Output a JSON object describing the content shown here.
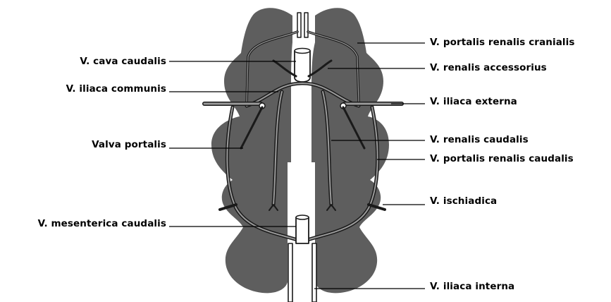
{
  "labels": {
    "left": {
      "cava_caudalis": "V. cava caudalis",
      "iliaca_communis": "V. iliaca communis",
      "valva_portalis": "Valva portalis",
      "mesenterica_caudalis": "V. mesenterica caudalis"
    },
    "right": {
      "portalis_renalis_cranialis": "V. portalis renalis cranialis",
      "renalis_accessorius": "V. renalis accessorius",
      "iliaca_externa": "V. iliaca externa",
      "renalis_caudalis": "V. renalis caudalis",
      "portalis_renalis_caudalis": "V. portalis renalis caudalis",
      "ischiadica": "V. ischiadica",
      "iliaca_interna": "V. iliaca interna"
    }
  },
  "colors": {
    "kidney": "#5e5e5e",
    "vessel": "#1a1a1a",
    "background": "#ffffff"
  }
}
